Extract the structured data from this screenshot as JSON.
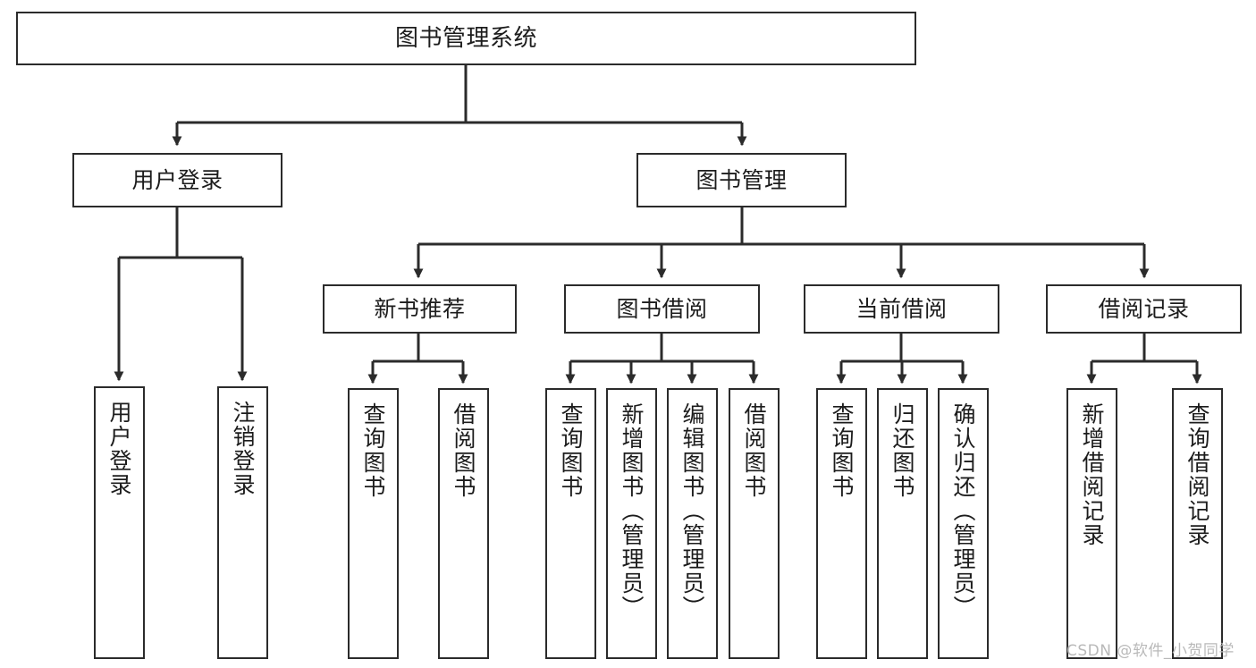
{
  "diagram": {
    "title": "图书管理系统",
    "type": "tree-hierarchy",
    "watermark": "CSDN @软件_小贺同学",
    "style": {
      "box_border_color": "#2b2b2b",
      "box_fill_color": "#ffffff",
      "edge_color": "#2b2b2b",
      "text_color": "#1c1c1c",
      "background": "#ffffff",
      "watermark_color": "#b9b9b9"
    },
    "nodes": {
      "root": {
        "label": "图书管理系统",
        "orientation": "horizontal"
      },
      "level2": [
        {
          "id": "user-login",
          "label": "用户登录",
          "orientation": "horizontal"
        },
        {
          "id": "book-manage",
          "label": "图书管理",
          "orientation": "horizontal"
        }
      ],
      "level3": [
        {
          "id": "new-book-recommend",
          "label": "新书推荐",
          "orientation": "horizontal"
        },
        {
          "id": "book-borrow",
          "label": "图书借阅",
          "orientation": "horizontal"
        },
        {
          "id": "current-borrow",
          "label": "当前借阅",
          "orientation": "horizontal"
        },
        {
          "id": "borrow-record",
          "label": "借阅记录",
          "orientation": "horizontal"
        }
      ],
      "leaves": [
        {
          "id": "leaf-user-login",
          "label": "用户登录",
          "parent": "user-login",
          "orientation": "vertical"
        },
        {
          "id": "leaf-logout-login",
          "label": "注销登录",
          "parent": "user-login",
          "orientation": "vertical"
        },
        {
          "id": "leaf-query-book-1",
          "label": "查询图书",
          "parent": "new-book-recommend",
          "orientation": "vertical"
        },
        {
          "id": "leaf-borrow-book-1",
          "label": "借阅图书",
          "parent": "new-book-recommend",
          "orientation": "vertical"
        },
        {
          "id": "leaf-query-book-2",
          "label": "查询图书",
          "parent": "book-borrow",
          "orientation": "vertical"
        },
        {
          "id": "leaf-add-book",
          "label": "新增图书（管理员）",
          "parent": "book-borrow",
          "orientation": "vertical"
        },
        {
          "id": "leaf-edit-book",
          "label": "编辑图书（管理员）",
          "parent": "book-borrow",
          "orientation": "vertical"
        },
        {
          "id": "leaf-borrow-book-2",
          "label": "借阅图书",
          "parent": "book-borrow",
          "orientation": "vertical"
        },
        {
          "id": "leaf-query-book-3",
          "label": "查询图书",
          "parent": "current-borrow",
          "orientation": "vertical"
        },
        {
          "id": "leaf-return-book",
          "label": "归还图书",
          "parent": "current-borrow",
          "orientation": "vertical"
        },
        {
          "id": "leaf-confirm-return",
          "label": "确认归还（管理员）",
          "parent": "current-borrow",
          "orientation": "vertical"
        },
        {
          "id": "leaf-add-record",
          "label": "新增借阅记录",
          "parent": "borrow-record",
          "orientation": "vertical"
        },
        {
          "id": "leaf-query-record",
          "label": "查询借阅记录",
          "parent": "borrow-record",
          "orientation": "vertical"
        }
      ]
    },
    "edges": [
      {
        "from": "图书管理系统",
        "to": "用户登录"
      },
      {
        "from": "图书管理系统",
        "to": "图书管理"
      },
      {
        "from": "用户登录",
        "to": "用户登录"
      },
      {
        "from": "用户登录",
        "to": "注销登录"
      },
      {
        "from": "图书管理",
        "to": "新书推荐"
      },
      {
        "from": "图书管理",
        "to": "图书借阅"
      },
      {
        "from": "图书管理",
        "to": "当前借阅"
      },
      {
        "from": "图书管理",
        "to": "借阅记录"
      },
      {
        "from": "新书推荐",
        "to": "查询图书"
      },
      {
        "from": "新书推荐",
        "to": "借阅图书"
      },
      {
        "from": "图书借阅",
        "to": "查询图书"
      },
      {
        "from": "图书借阅",
        "to": "新增图书（管理员）"
      },
      {
        "from": "图书借阅",
        "to": "编辑图书（管理员）"
      },
      {
        "from": "图书借阅",
        "to": "借阅图书"
      },
      {
        "from": "当前借阅",
        "to": "查询图书"
      },
      {
        "from": "当前借阅",
        "to": "归还图书"
      },
      {
        "from": "当前借阅",
        "to": "确认归还（管理员）"
      },
      {
        "from": "借阅记录",
        "to": "新增借阅记录"
      },
      {
        "from": "借阅记录",
        "to": "查询借阅记录"
      }
    ]
  }
}
